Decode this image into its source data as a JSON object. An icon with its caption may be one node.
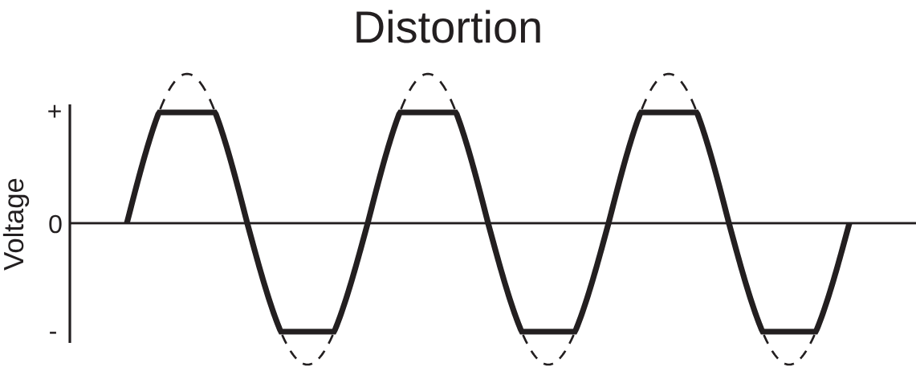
{
  "diagram": {
    "title": "Distortion",
    "labels": [
      "+",
      "Voltage",
      "0",
      "-"
    ]
  }
}
